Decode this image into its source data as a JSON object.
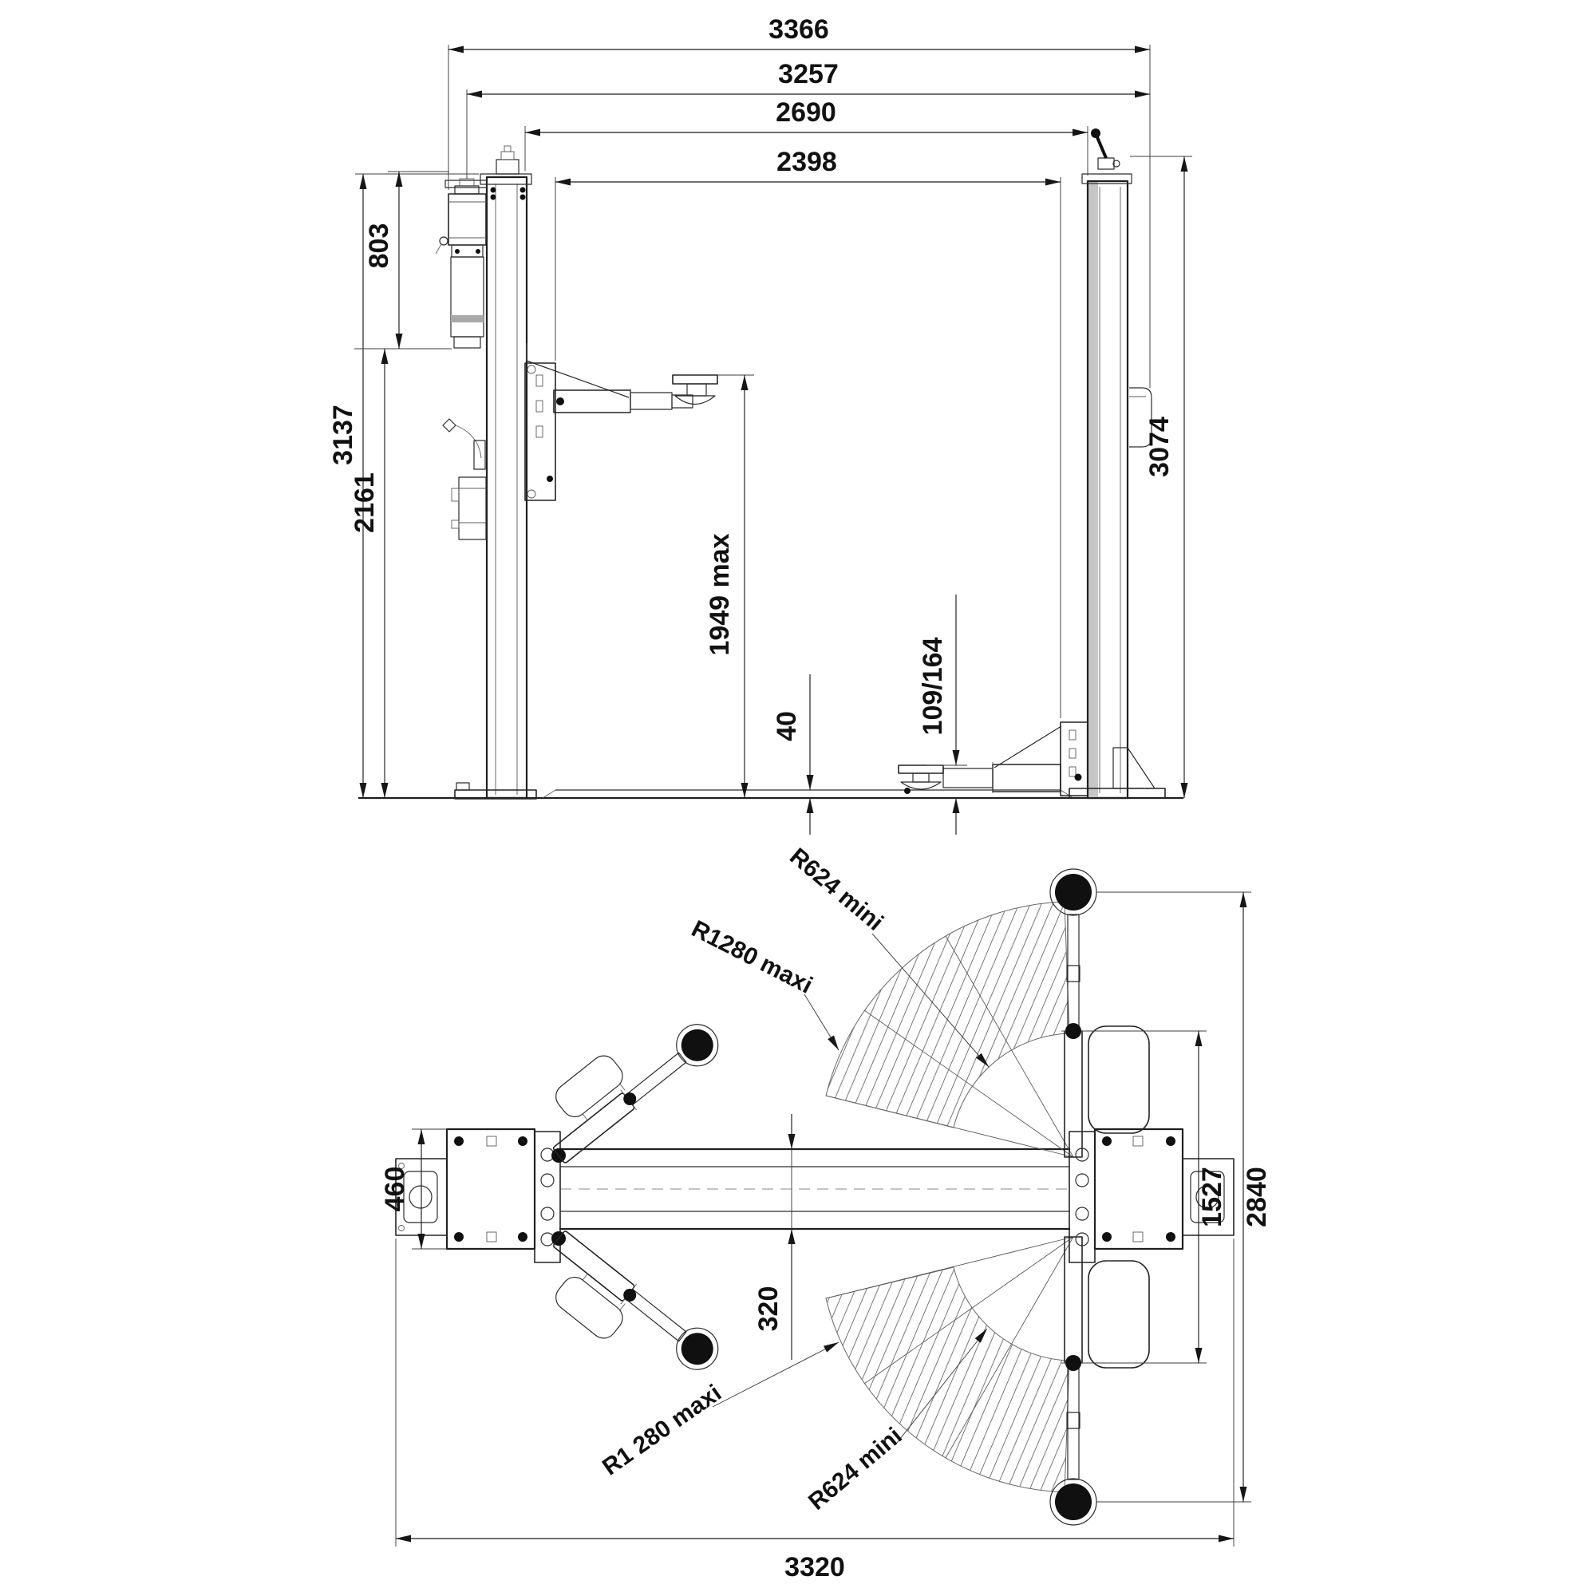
{
  "front_view": {
    "dim_overall_width": "3366",
    "dim_outer_width": "3257",
    "dim_clear_between_posts": "2690",
    "dim_between_carriages": "2398",
    "dim_power_unit_height": "803",
    "dim_total_height": "3137",
    "dim_column_lower_height": "2161",
    "dim_max_lift_height": "1949 max",
    "dim_floor_cover_height": "40",
    "dim_min_pad_height": "109/164",
    "dim_column_height": "3074"
  },
  "top_view": {
    "dim_post_plate_depth": "460",
    "dim_base_beam_width": "320",
    "dim_arm_pivot_span": "1527",
    "dim_pad_outer_span": "2840",
    "dim_overall_width": "3320",
    "label_swing_min_upper": "R624 mini",
    "label_swing_max_upper": "R1280 maxi",
    "label_swing_max_lower": "R1 280 maxi",
    "label_swing_min_lower": "R624 mini"
  }
}
